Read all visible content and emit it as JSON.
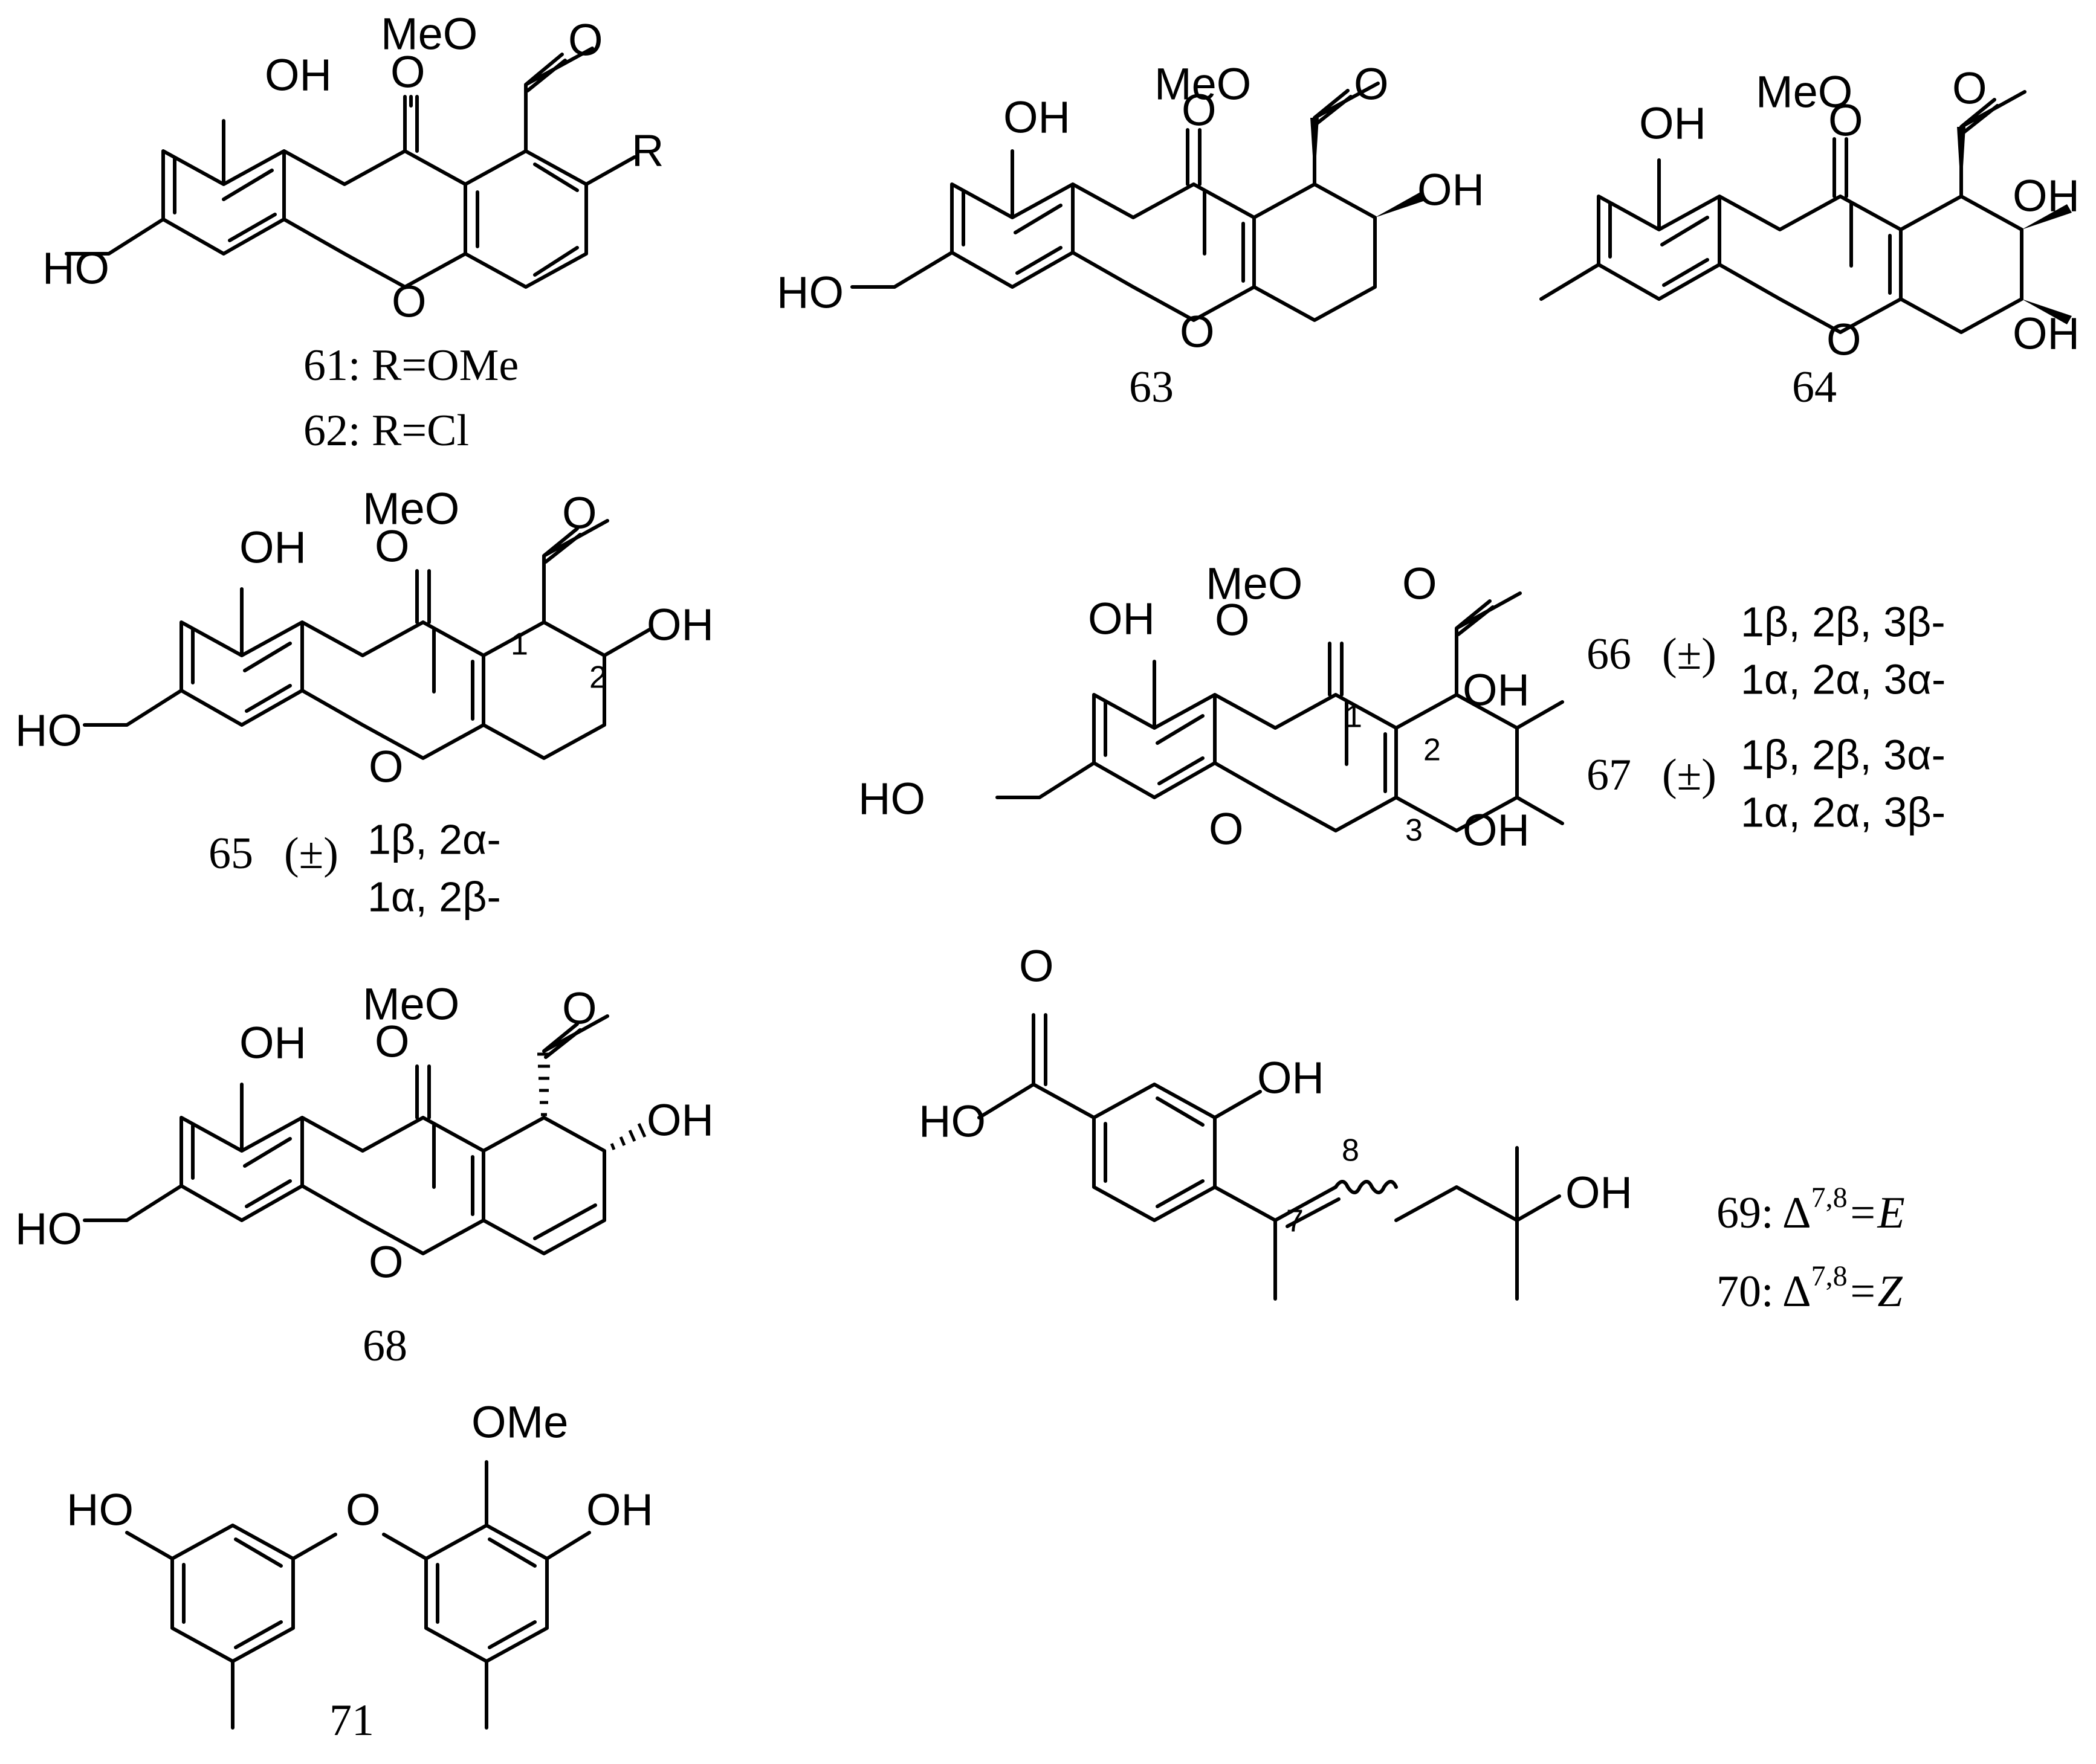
{
  "compounds": {
    "c61_62": {
      "atoms": {
        "oh": "OH",
        "ketone_o": "O",
        "meo": "MeO",
        "ester_o": "O",
        "r": "R",
        "ho": "HO",
        "ring_o": "O"
      },
      "labels": {
        "line1": "61: R=OMe",
        "line2": "62: R=Cl"
      }
    },
    "c63": {
      "atoms": {
        "oh": "OH",
        "ketone_o": "O",
        "meo": "MeO",
        "ester_o": "O",
        "oh2": "OH",
        "ho": "HO",
        "ring_o": "O"
      },
      "label": "63"
    },
    "c64": {
      "atoms": {
        "oh": "OH",
        "ketone_o": "O",
        "meo": "MeO",
        "ester_o": "O",
        "oh2": "OH",
        "oh3": "OH",
        "ring_o": "O"
      },
      "label": "64"
    },
    "c65": {
      "atoms": {
        "oh": "OH",
        "ketone_o": "O",
        "meo": "MeO",
        "ester_o": "O",
        "oh2": "OH",
        "ho": "HO",
        "ring_o": "O"
      },
      "locants": {
        "c1": "1",
        "c2": "2"
      },
      "label": "65",
      "racemic": "(±)",
      "stereo1": "1β, 2α-",
      "stereo2": "1α, 2β-"
    },
    "c66_67": {
      "atoms": {
        "oh": "OH",
        "ketone_o": "O",
        "meo": "MeO",
        "ester_o": "O",
        "oh2": "OH",
        "oh3": "OH",
        "ho": "HO",
        "ring_o": "O"
      },
      "locants": {
        "c1": "1",
        "c2": "2",
        "c3": "3"
      },
      "label66": "66",
      "racemic66": "(±)",
      "stereo66a": "1β, 2β, 3β-",
      "stereo66b": "1α, 2α, 3α-",
      "label67": "67",
      "racemic67": "(±)",
      "stereo67a": "1β, 2β, 3α-",
      "stereo67b": "1α, 2α, 3β-"
    },
    "c68": {
      "atoms": {
        "oh": "OH",
        "ketone_o": "O",
        "meo": "MeO",
        "ester_o": "O",
        "oh2": "OH",
        "ho": "HO",
        "ring_o": "O"
      },
      "label": "68"
    },
    "c69_70": {
      "atoms": {
        "acid_o": "O",
        "acid_ho": "HO",
        "oh": "OH",
        "oh_tert": "OH"
      },
      "locants": {
        "c7": "7",
        "c8": "8"
      },
      "label69_num": "69: Δ",
      "label69_sup": "7,8",
      "label69_end": "=E",
      "label70_num": "70: Δ",
      "label70_sup": "7,8",
      "label70_end": "=Z"
    },
    "c71": {
      "atoms": {
        "ome": "OMe",
        "ho": "HO",
        "ether_o": "O",
        "oh": "OH"
      },
      "label": "71"
    }
  }
}
